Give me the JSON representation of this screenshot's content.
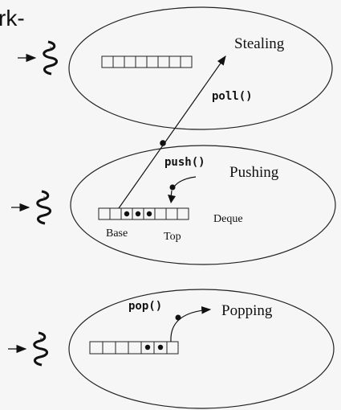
{
  "header": {
    "fragment": "rk-"
  },
  "panels": {
    "stealing": {
      "title": "Stealing",
      "method": "poll()"
    },
    "pushing": {
      "title": "Pushing",
      "method": "push()",
      "deque_label": "Deque",
      "base_label": "Base",
      "top_label": "Top"
    },
    "popping": {
      "title": "Popping",
      "method": "pop()"
    }
  },
  "icons": [
    "thread-arrow-icon",
    "thread-coil-icon"
  ]
}
